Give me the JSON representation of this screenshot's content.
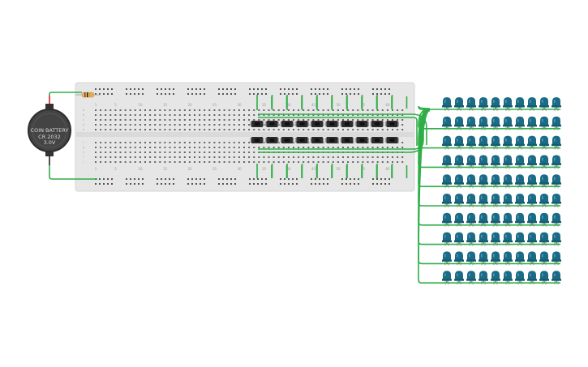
{
  "battery": {
    "name_line": "COIN BATTERY",
    "model_line": "CR 2032",
    "voltage_line": "3.0V"
  },
  "breadboard": {
    "column_markers": [
      "1",
      "5",
      "10",
      "15",
      "20",
      "25",
      "30",
      "35",
      "40",
      "45",
      "50",
      "55",
      "60"
    ],
    "row_letters_top": [
      "a",
      "b",
      "c",
      "d",
      "e"
    ],
    "row_letters_bottom": [
      "f",
      "g",
      "h",
      "i",
      "j"
    ]
  },
  "components": {
    "resistor_count": 1,
    "pushbutton_count": 20,
    "led_count": 100,
    "led_grid": {
      "rows": 10,
      "columns": 10
    }
  },
  "colors": {
    "wire": "#2fae48",
    "led": "#1b6b86",
    "breadboard": "#e6e6e6",
    "battery": "#444444"
  }
}
